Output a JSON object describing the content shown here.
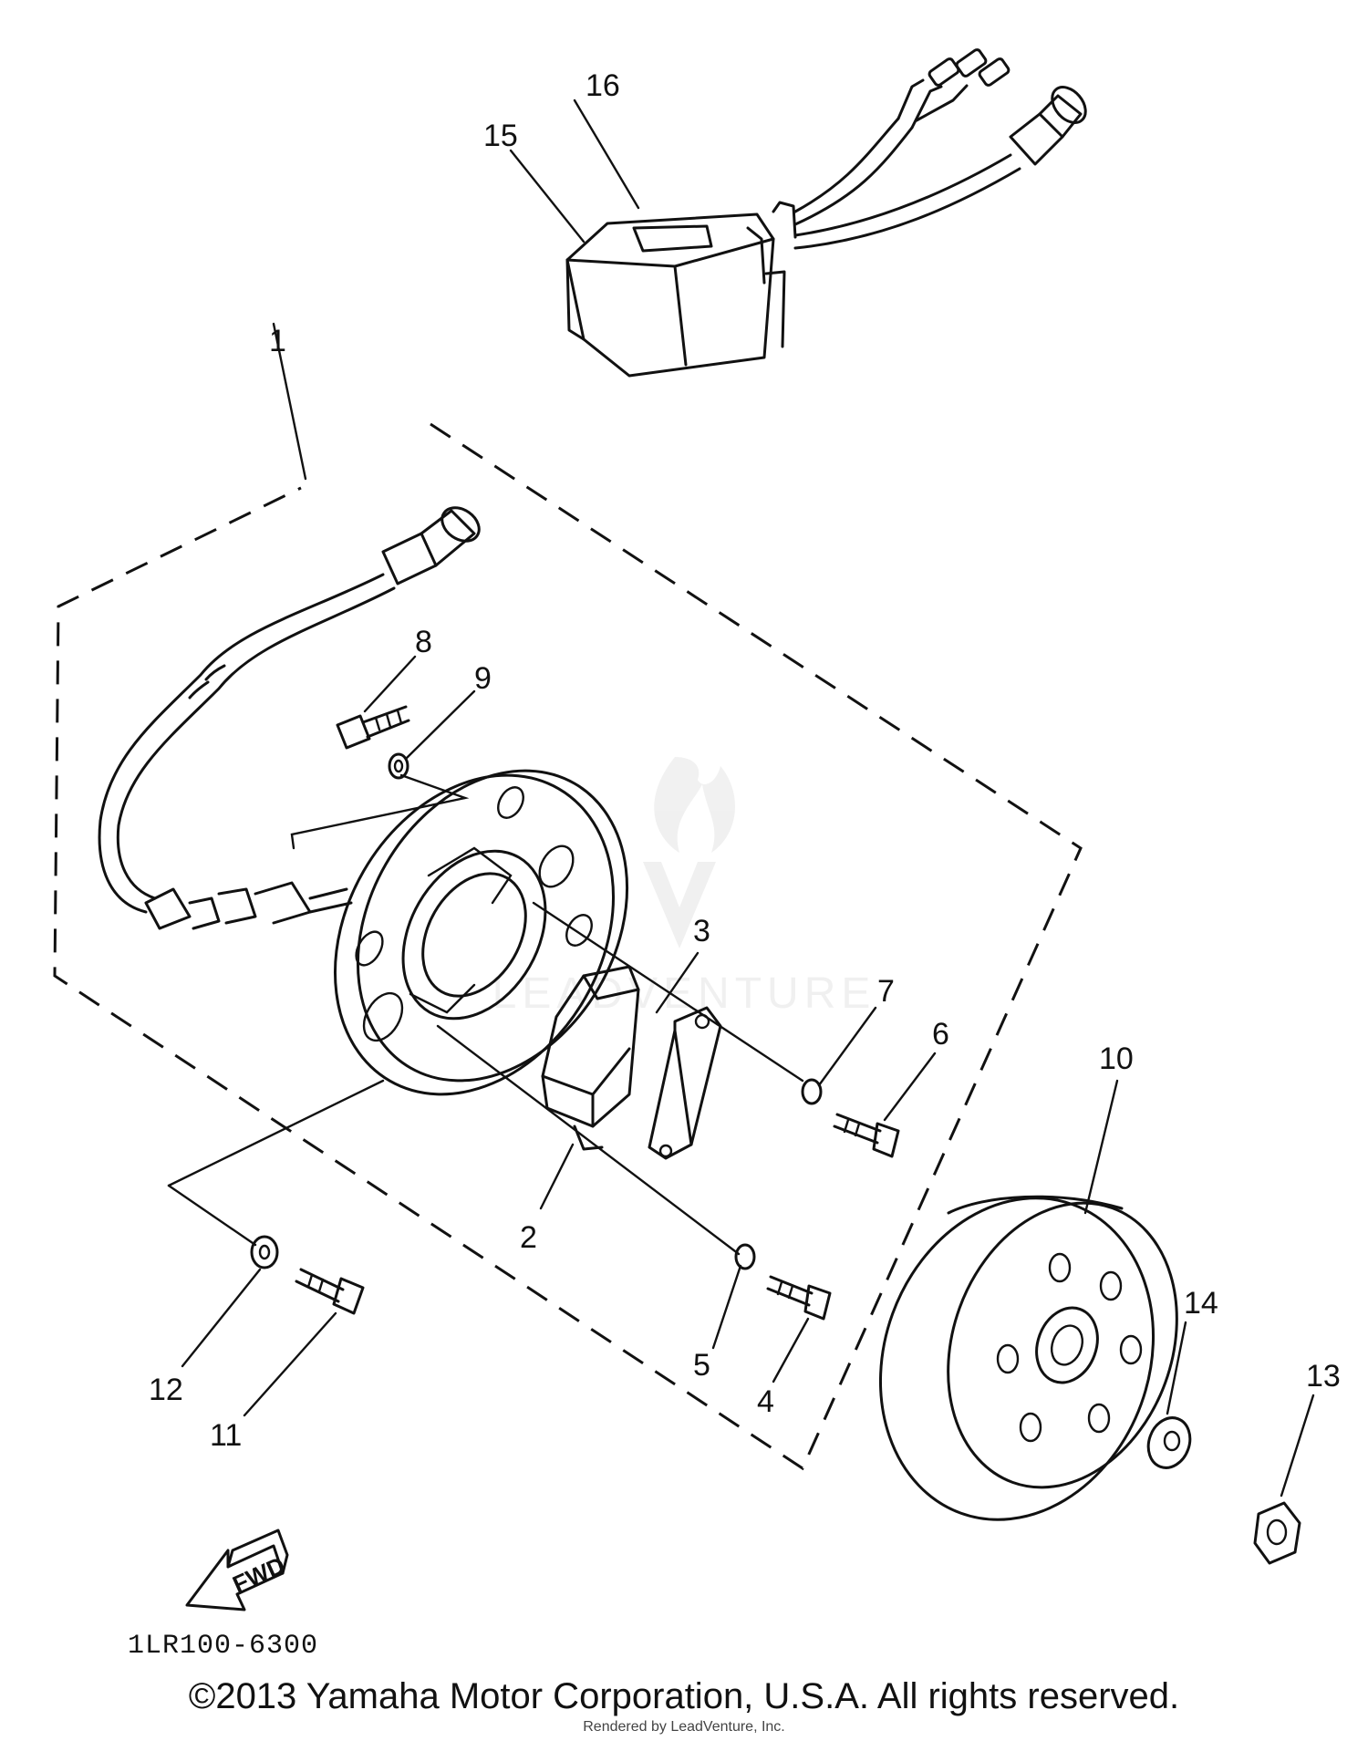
{
  "callouts": {
    "c1": "1",
    "c2": "2",
    "c3": "3",
    "c4": "4",
    "c5": "5",
    "c6": "6",
    "c7": "7",
    "c8": "8",
    "c9": "9",
    "c10": "10",
    "c11": "11",
    "c12": "12",
    "c13": "13",
    "c14": "14",
    "c15": "15",
    "c16": "16"
  },
  "arrow_label": "FWD",
  "part_code": "1LR100-6300",
  "watermark": "LEADVENTURE",
  "copyright": "©2013 Yamaha Motor Corporation, U.S.A. All rights reserved.",
  "rendered_by": "Rendered by LeadVenture, Inc."
}
